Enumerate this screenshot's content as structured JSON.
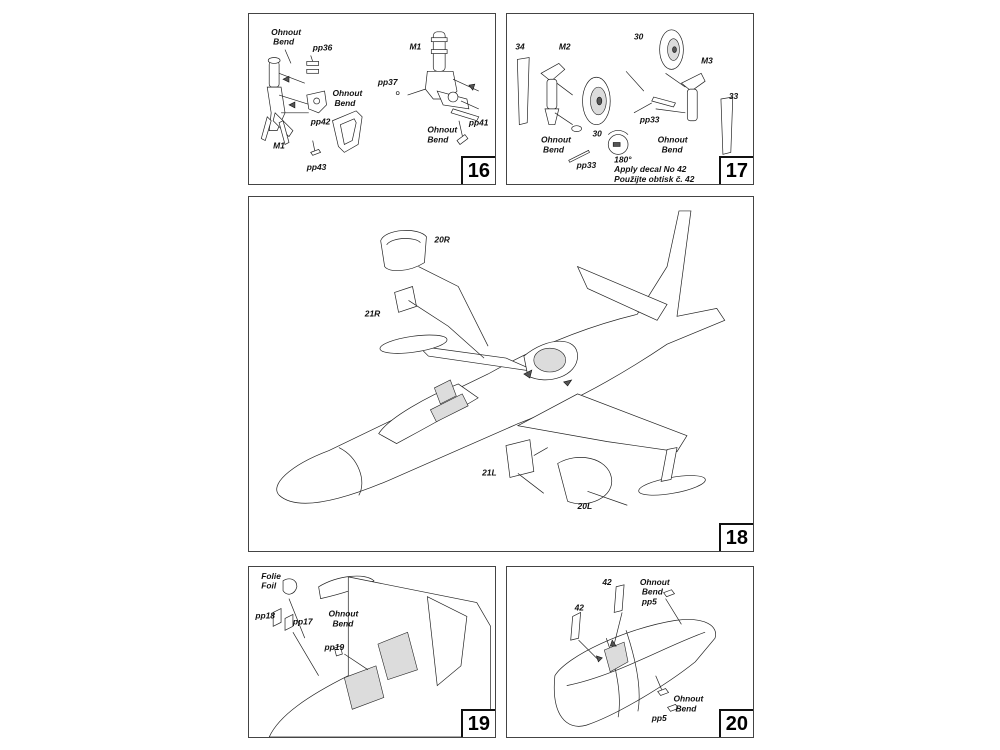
{
  "panels": {
    "p16": {
      "number": "16",
      "labels": {
        "ohnout1": "Ohnout",
        "bend1": "Bend",
        "pp36": "pp36",
        "ohnout2": "Ohnout",
        "bend2": "Bend",
        "pp42": "pp42",
        "m1a": "M1",
        "pp43": "pp43",
        "m1b": "M1",
        "pp37": "pp37",
        "ohnout3": "Ohnout",
        "bend3": "Bend",
        "pp41": "pp41"
      }
    },
    "p17": {
      "number": "17",
      "labels": {
        "n34": "34",
        "m2": "M2",
        "n30a": "30",
        "n30b": "30",
        "m3": "M3",
        "n33": "33",
        "pp33a": "pp33",
        "ohnout1": "Ohnout",
        "bend1": "Bend",
        "ohnout2": "Ohnout",
        "bend2": "Bend",
        "pp33b": "pp33",
        "deg": "180°",
        "decal_en": "Apply decal No 42",
        "decal_cz": "Použijte obtisk č. 42"
      }
    },
    "p18": {
      "number": "18",
      "labels": {
        "r20": "20R",
        "r21": "21R",
        "l21": "21L",
        "l20": "20L"
      }
    },
    "p19": {
      "number": "19",
      "labels": {
        "folie": "Folie",
        "foil": "Foil",
        "pp18": "pp18",
        "pp17": "pp17",
        "ohnout": "Ohnout",
        "bend": "Bend",
        "pp19": "pp19"
      }
    },
    "p20": {
      "number": "20",
      "labels": {
        "n42a": "42",
        "ohnout1": "Ohnout",
        "bend1": "Bend",
        "pp5a": "pp5",
        "n42b": "42",
        "ohnout2": "Ohnout",
        "bend2": "Bend",
        "pp5b": "pp5"
      }
    }
  }
}
